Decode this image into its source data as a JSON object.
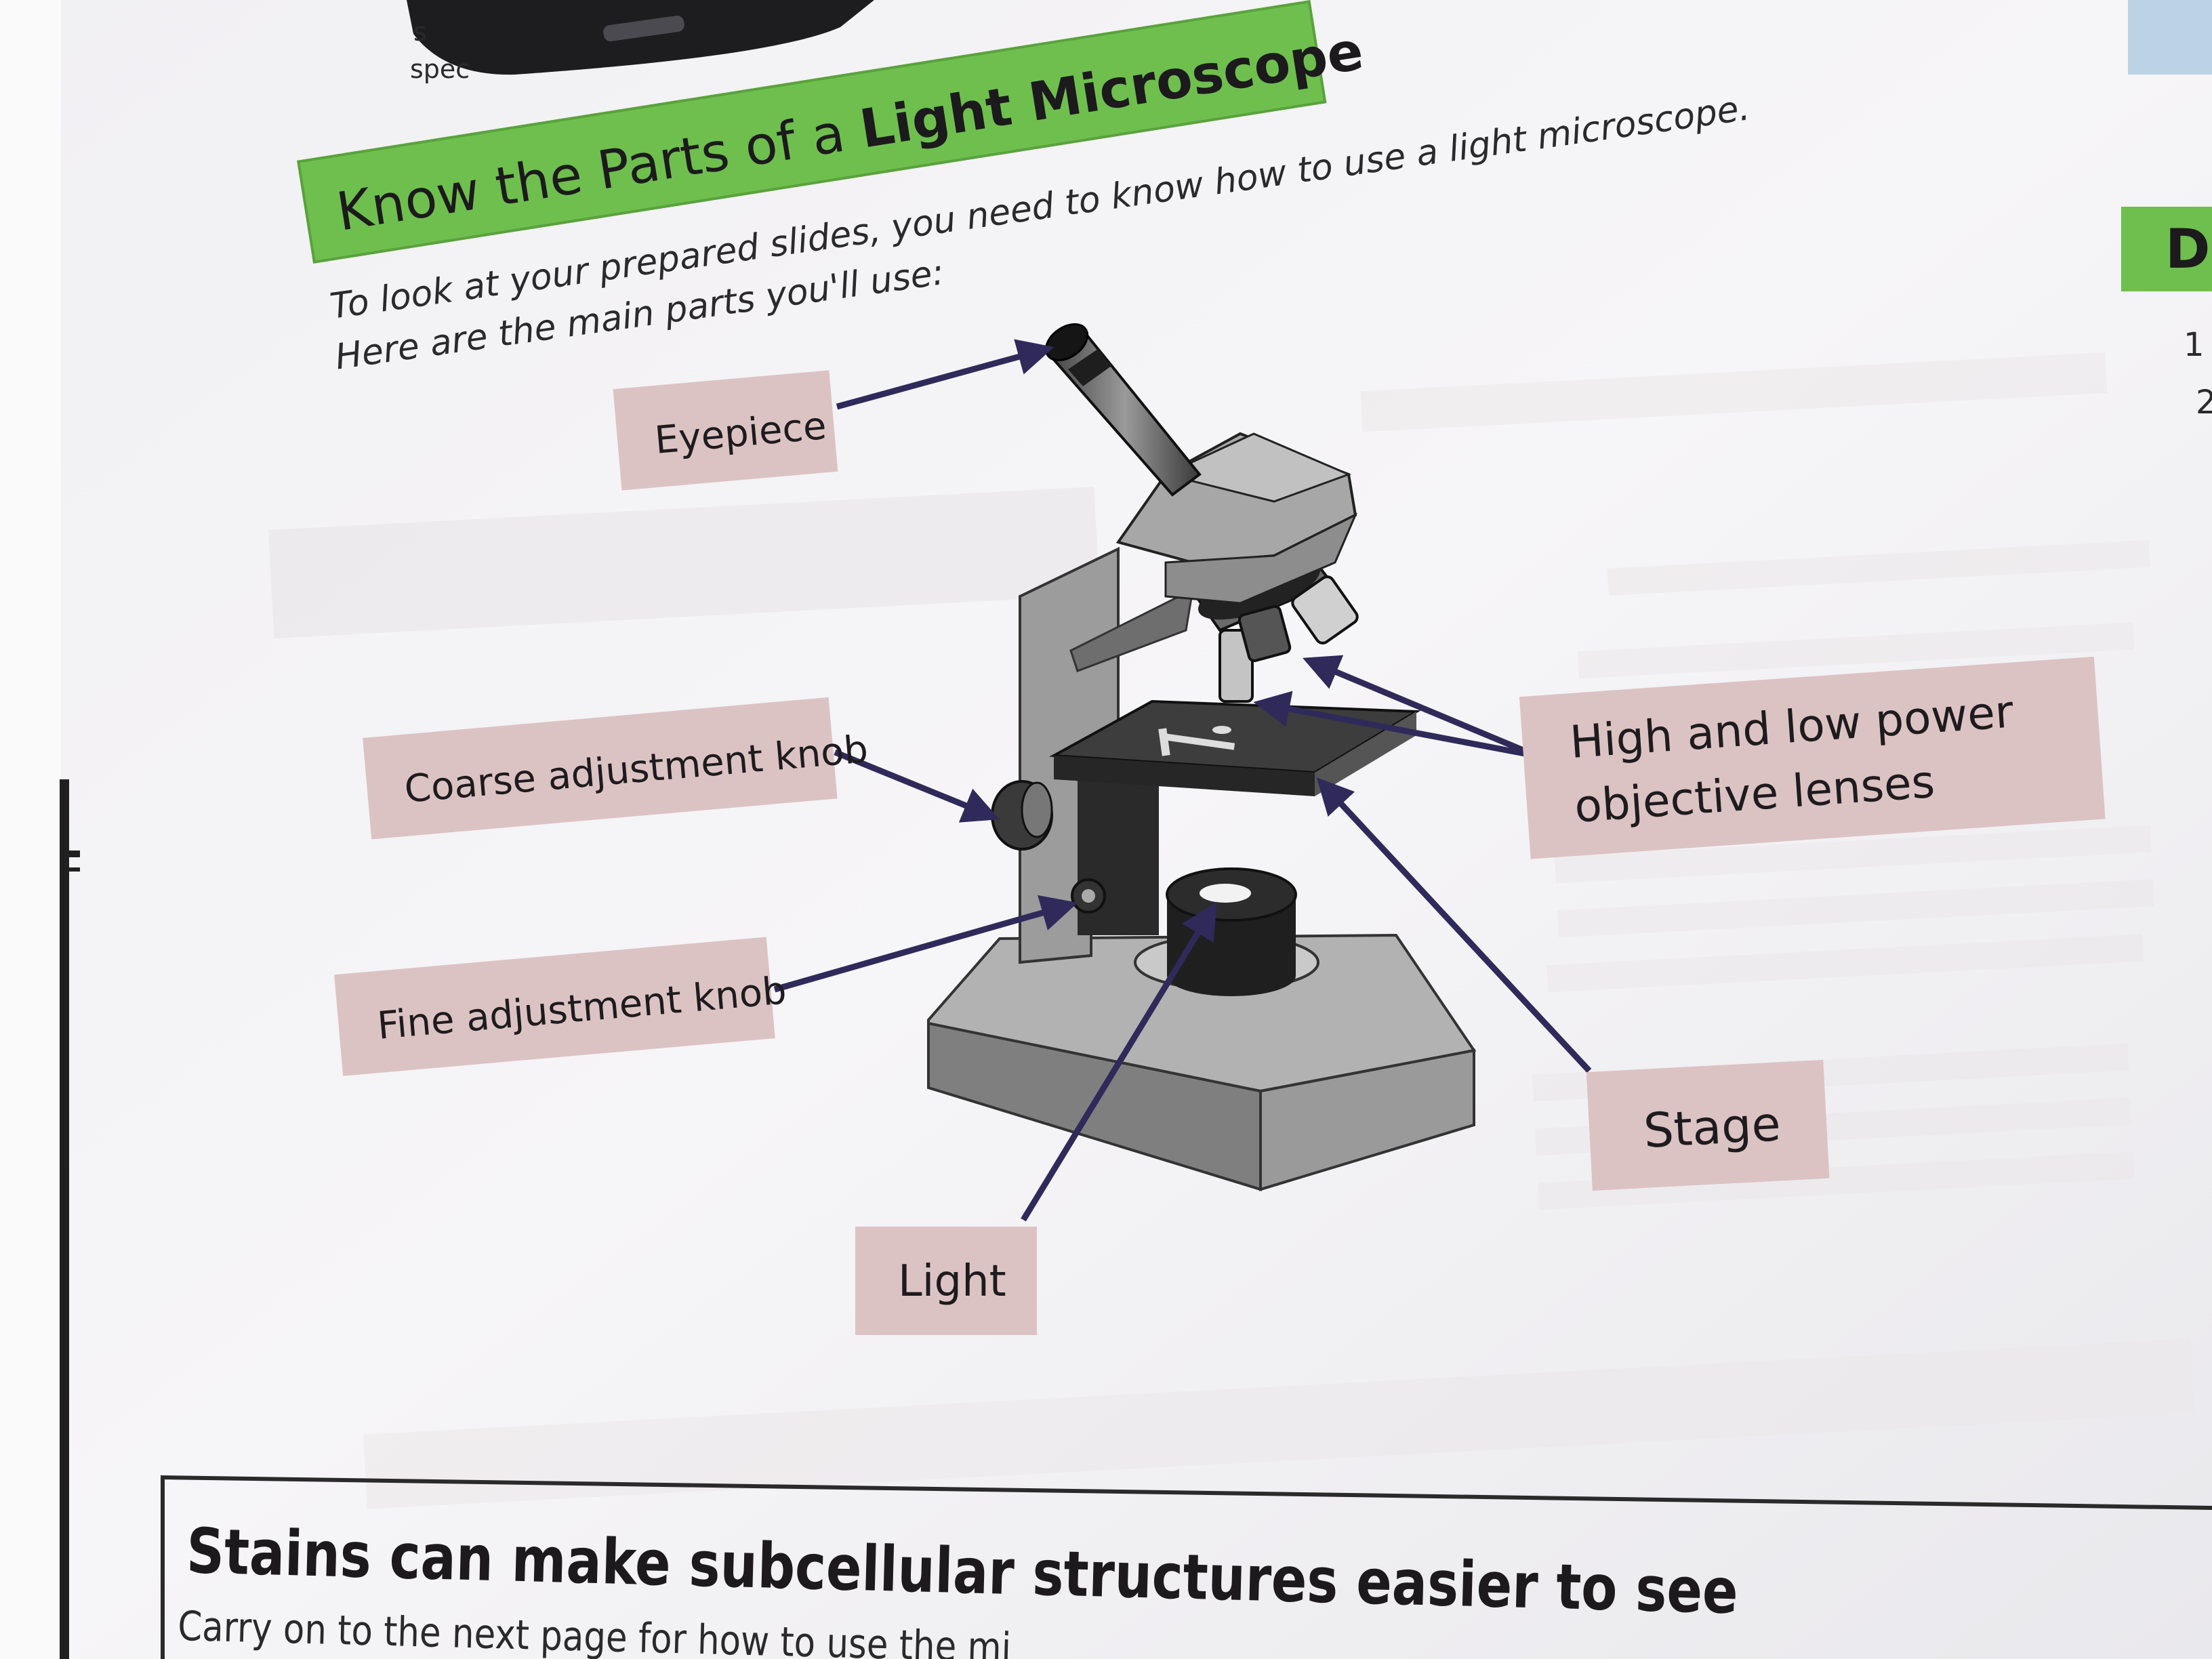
{
  "page": {
    "top_fragment_1": "s",
    "top_fragment_2": "spec",
    "right_tab_letter": "D",
    "right_margin_1": "1",
    "right_margin_2": "2"
  },
  "section": {
    "title_prefix": "Know the Parts of a ",
    "title_bold": "Light Microscope",
    "intro_line_1": "To look at your prepared slides, you need to know how to use a light microscope.",
    "intro_line_2": "Here are the main parts you'll use:"
  },
  "diagram": {
    "labels": {
      "eyepiece": "Eyepiece",
      "coarse": "Coarse adjustment knob",
      "fine": "Fine adjustment knob",
      "light": "Light",
      "objective_line_1": "High and low power",
      "objective_line_2": "objective lenses",
      "stage": "Stage"
    }
  },
  "next_section": {
    "heading": "Stains can make subcellular structures easier to see",
    "subtext": "Carry on to the next page for how to use the mi"
  },
  "colors": {
    "title_band": "#6fbf4f",
    "label_box": "#dcc3c3",
    "arrow": "#2f2a5a",
    "page": "#f4f3f5",
    "phone": "#1d1d20"
  }
}
